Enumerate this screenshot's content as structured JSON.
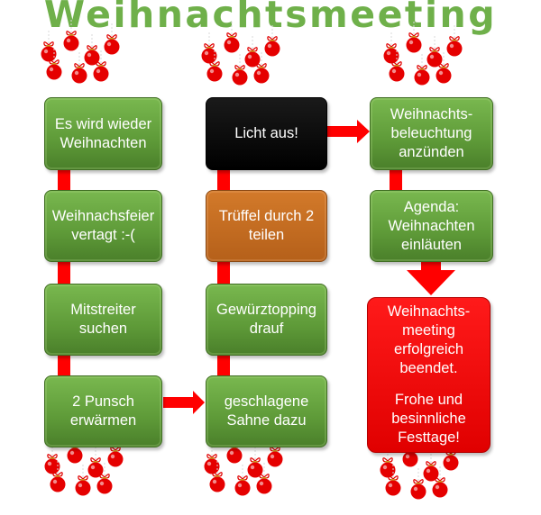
{
  "title": "Weihnachtsmeeting",
  "colors": {
    "green": "#5e9a38",
    "red": "#ff0000",
    "orange": "#c46a20",
    "black": "#000000",
    "title": "#6fb04a"
  },
  "decoration": "christmas-bauble-icon",
  "steps": {
    "col1": [
      "Es wird wieder Weihnachten",
      "Weihnachsfeier vertagt :-(",
      "Mitstreiter suchen",
      "2 Punsch erwärmen"
    ],
    "col2": [
      "Licht aus!",
      "Trüffel durch 2 teilen",
      "Gewürztopping drauf",
      "geschlagene Sahne dazu"
    ],
    "col3": [
      "Weihnachts-beleuchtung anzünden",
      "Agenda: Weihnachten einläuten"
    ],
    "final": {
      "line1": "Weihnachts-meeting erfolgreich beendet.",
      "line2": "Frohe und besinnliche Festtage!"
    }
  }
}
